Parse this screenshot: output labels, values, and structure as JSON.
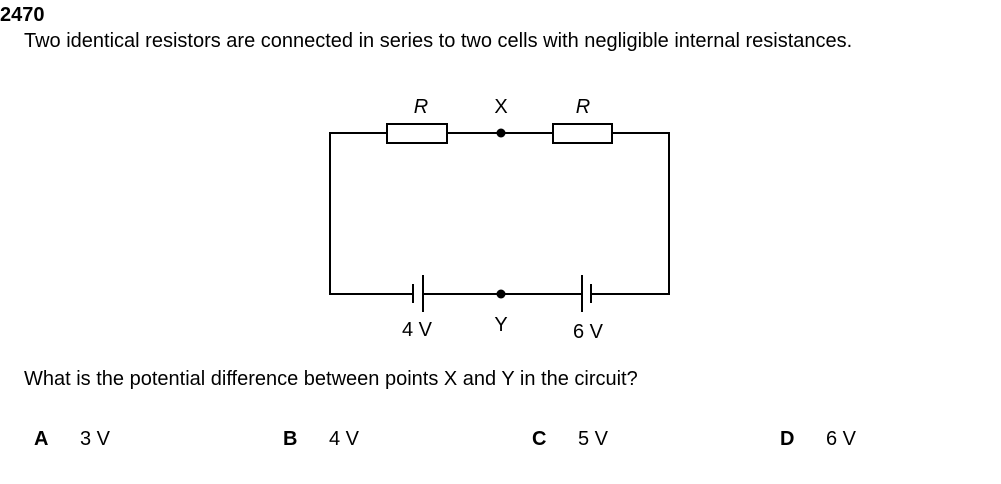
{
  "question": {
    "number": "2470",
    "stem": "Two identical resistors are connected in series to two cells with negligible internal resistances.",
    "prompt": "What is the potential difference between points X and Y in the circuit?"
  },
  "diagram": {
    "resistor_labels": [
      "R",
      "R"
    ],
    "point_x": "X",
    "point_y": "Y",
    "cell_labels": [
      "4 V",
      "6 V"
    ]
  },
  "options": [
    {
      "letter": "A",
      "text": "3 V"
    },
    {
      "letter": "B",
      "text": "4 V"
    },
    {
      "letter": "C",
      "text": "5 V"
    },
    {
      "letter": "D",
      "text": "6 V"
    }
  ]
}
